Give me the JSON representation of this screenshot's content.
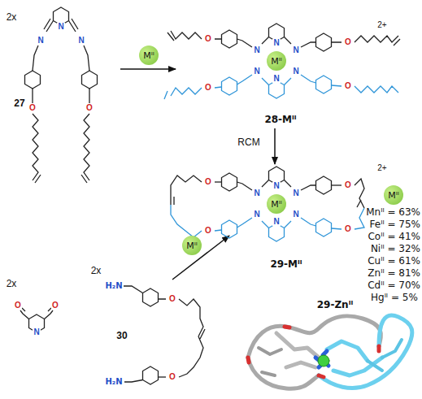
{
  "diagram": {
    "nodes": [
      {
        "text": [
          "Mᴵᴵ"
        ]
      },
      {
        "text": [
          "Mᴵᴵ"
        ]
      },
      {
        "text": [
          "Mᴵᴵ"
        ]
      },
      {
        "text": [
          "Mᴵᴵ"
        ]
      },
      {
        "text": [
          "Mᴵᴵ"
        ]
      }
    ],
    "labels": [
      "2x",
      "27",
      "N",
      "N",
      "N",
      "O",
      "O",
      "N",
      "N",
      "N",
      "N",
      "N",
      "N",
      "O",
      "O",
      "O",
      "O",
      "2+",
      "28-Mᴵᴵ",
      "RCM",
      "N",
      "N",
      "N",
      "N",
      "N",
      "N",
      "O",
      "O",
      "O",
      "O",
      "2+",
      "29-Mᴵᴵ",
      "Mnᴵᴵ = 63%",
      "Feᴵᴵ = 75%",
      "Coᴵᴵ = 41%",
      "Niᴵᴵ = 32%",
      "Cuᴵᴵ = 61%",
      "Znᴵᴵ = 81%",
      "Cdᴵᴵ = 70%",
      "Hgᴵᴵ = 5%",
      "2x",
      "O",
      "O",
      "N",
      "2x",
      "H₂N",
      "O",
      "H₂N",
      "O",
      "30",
      "29-Znᴵᴵ"
    ]
  }
}
